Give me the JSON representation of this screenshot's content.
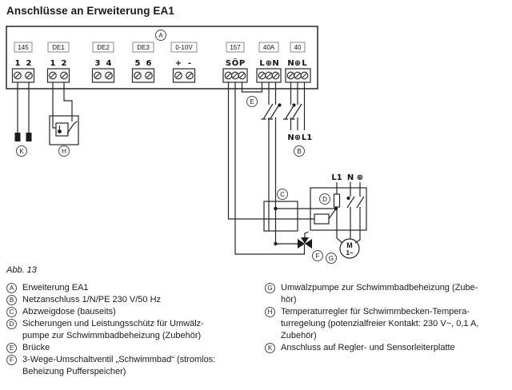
{
  "page": {
    "title": "Anschlüsse an Erweiterung EA1",
    "figure_label": "Abb. 13"
  },
  "colors": {
    "line": "#262626",
    "label_box_border": "#8a8a8a",
    "background": "#ffffff"
  },
  "diagram": {
    "plugs": [
      {
        "label": "145",
        "terminals": [
          "1",
          "2"
        ]
      },
      {
        "label": "DE1",
        "terminals": [
          "1",
          "2"
        ]
      },
      {
        "label": "DE2",
        "terminals": [
          "3",
          "4"
        ]
      },
      {
        "label": "DE3",
        "terminals": [
          "5",
          "6"
        ]
      },
      {
        "label": "0-10V",
        "terminals": [
          "+",
          "-"
        ]
      },
      {
        "label": "157",
        "terminals": [
          "S",
          "Ö",
          "P"
        ]
      },
      {
        "label": "40A",
        "terminals": [
          "L",
          "⊕",
          "N"
        ]
      },
      {
        "label": "40",
        "terminals": [
          "N",
          "⊕",
          "L"
        ]
      }
    ],
    "callouts": [
      {
        "letter": "A"
      },
      {
        "letter": "B"
      },
      {
        "letter": "C"
      },
      {
        "letter": "D"
      },
      {
        "letter": "E"
      },
      {
        "letter": "F"
      },
      {
        "letter": "G"
      },
      {
        "letter": "H"
      },
      {
        "letter": "K"
      }
    ],
    "mains_label": [
      "N",
      "⊕",
      "L1"
    ],
    "pump_supply_label": [
      "L1",
      "N",
      "⊕"
    ],
    "motor": {
      "letter": "M",
      "phase": "1~"
    }
  },
  "legend": {
    "items": [
      {
        "key": "A",
        "lines": [
          "Erweiterung EA1"
        ]
      },
      {
        "key": "B",
        "lines": [
          "Netzanschluss 1/N/PE 230 V/50 Hz"
        ]
      },
      {
        "key": "C",
        "lines": [
          "Abzweigdose (bauseits)"
        ]
      },
      {
        "key": "D",
        "lines": [
          "Sicherungen und Leistungsschütz für Umwälz-",
          "pumpe zur Schwimmbadbeheizung (Zubehör)"
        ]
      },
      {
        "key": "E",
        "lines": [
          "Brücke"
        ]
      },
      {
        "key": "F",
        "lines": [
          "3-Wege-Umschaltventil „Schwimmbad“ (stromlos:",
          "Beheizung Pufferspeicher)"
        ]
      },
      {
        "key": "G",
        "lines": [
          "Umwälzpumpe zur Schwimmbadbeheizung (Zube-",
          "hör)"
        ]
      },
      {
        "key": "H",
        "lines": [
          "Temperaturregler für Schwimmbecken-Tempera-",
          "turregelung (potenzialfreier Kontakt: 230 V~, 0,1 A,",
          "Zubehör)"
        ]
      },
      {
        "key": "K",
        "lines": [
          "Anschluss auf Regler- und Sensorleiterplatte"
        ]
      }
    ]
  }
}
